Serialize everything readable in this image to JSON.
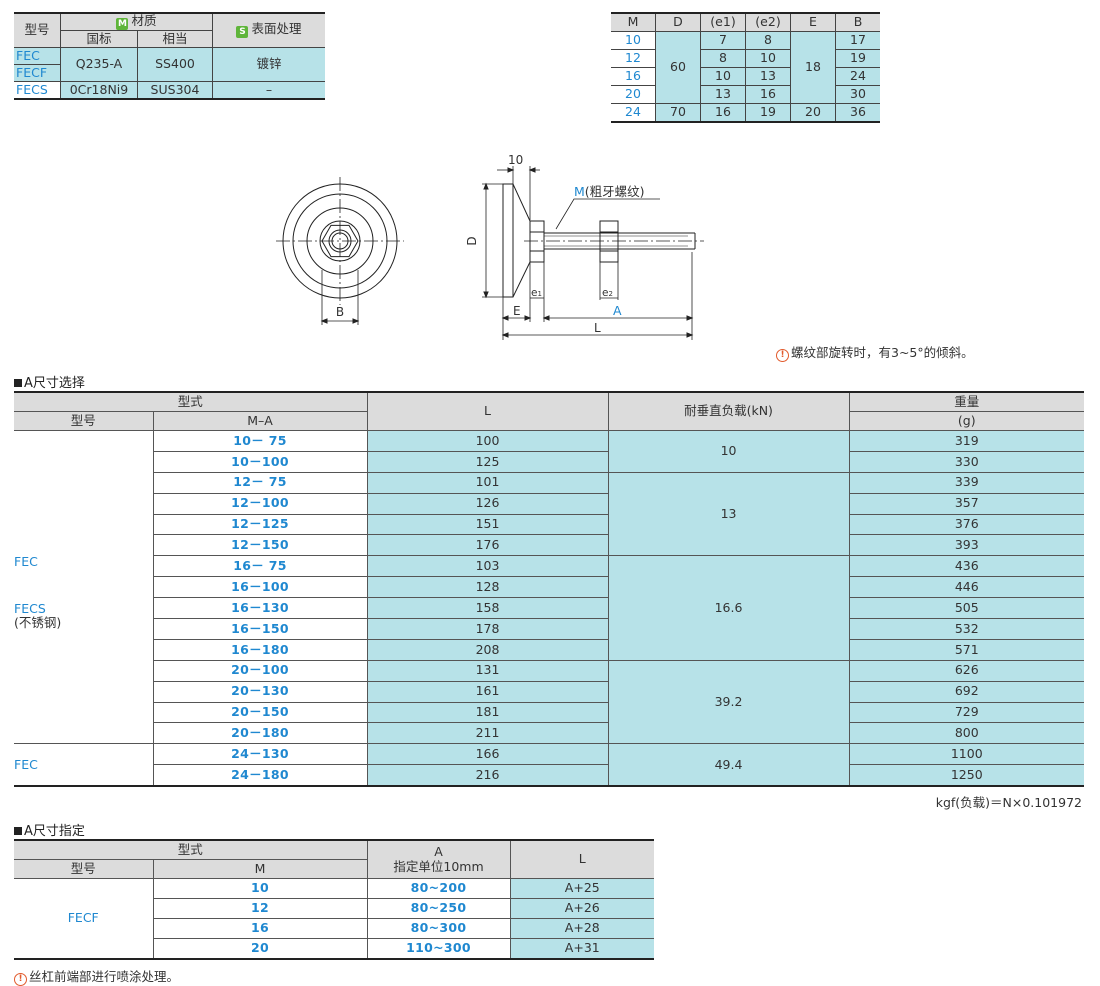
{
  "t1": {
    "h_model": "型号",
    "h_material": "材质",
    "h_material_badge": "M",
    "h_surface": "表面处理",
    "h_surface_badge": "S",
    "h_gb": "国标",
    "h_equiv": "相当",
    "r1_m1": "FEC",
    "r1_m2": "FECF",
    "r1_gb": "Q235-A",
    "r1_eq": "SS400",
    "r1_sf": "镀锌",
    "r2_m": "FECS",
    "r2_gb": "0Cr18Ni9",
    "r2_eq": "SUS304",
    "r2_sf": "–"
  },
  "t2": {
    "h": [
      "M",
      "D",
      "e1",
      "e2",
      "E",
      "B"
    ],
    "M": [
      "10",
      "12",
      "16",
      "20",
      "24"
    ],
    "D_group": "60",
    "D_24": "70",
    "e1": [
      "7",
      "8",
      "10",
      "13",
      "16"
    ],
    "e2": [
      "8",
      "10",
      "13",
      "16",
      "19"
    ],
    "E_group": "18",
    "E_24": "20",
    "B": [
      "17",
      "19",
      "24",
      "30",
      "36"
    ]
  },
  "drawing": {
    "dim_10": "10",
    "thread_m": "M",
    "thread_label": "(粗牙螺纹)",
    "dim_D": "D",
    "dim_e1": "e",
    "dim_e1_sub": "1",
    "dim_e2": "e",
    "dim_e2_sub": "2",
    "dim_E": "E",
    "dim_A": "A",
    "dim_L": "L",
    "dim_B": "B",
    "tilt_note": "螺纹部旋转时，有3~5°的倾斜。"
  },
  "sec1": "A尺寸选择",
  "t3": {
    "h_type": "型式",
    "h_model": "型号",
    "h_ma": "M–A",
    "h_L": "L",
    "h_load": "耐垂直负载(kN)",
    "h_weight": "重量",
    "h_weight_unit": "(g)",
    "model_fec": "FEC",
    "model_fecs": "FECS",
    "model_fecs_note": "(不锈钢)",
    "model_fec24": "FEC",
    "rows": [
      {
        "ma": "10－  75",
        "L": "100",
        "w": "319"
      },
      {
        "ma": "10－100",
        "L": "125",
        "w": "330"
      },
      {
        "ma": "12－  75",
        "L": "101",
        "w": "339"
      },
      {
        "ma": "12－100",
        "L": "126",
        "w": "357"
      },
      {
        "ma": "12－125",
        "L": "151",
        "w": "376"
      },
      {
        "ma": "12－150",
        "L": "176",
        "w": "393"
      },
      {
        "ma": "16－  75",
        "L": "103",
        "w": "436"
      },
      {
        "ma": "16－100",
        "L": "128",
        "w": "446"
      },
      {
        "ma": "16－130",
        "L": "158",
        "w": "505"
      },
      {
        "ma": "16－150",
        "L": "178",
        "w": "532"
      },
      {
        "ma": "16－180",
        "L": "208",
        "w": "571"
      },
      {
        "ma": "20－100",
        "L": "131",
        "w": "626"
      },
      {
        "ma": "20－130",
        "L": "161",
        "w": "692"
      },
      {
        "ma": "20－150",
        "L": "181",
        "w": "729"
      },
      {
        "ma": "20－180",
        "L": "211",
        "w": "800"
      },
      {
        "ma": "24－130",
        "L": "166",
        "w": "1100"
      },
      {
        "ma": "24－180",
        "L": "216",
        "w": "1250"
      }
    ],
    "loads": [
      "10",
      "13",
      "16.6",
      "39.2",
      "49.4"
    ]
  },
  "kgf_note": "kgf(负载)＝N×0.101972",
  "sec2": "A尺寸指定",
  "t4": {
    "h_type": "型式",
    "h_model": "型号",
    "h_M": "M",
    "h_A": "A",
    "h_A_sub": "指定单位10mm",
    "h_L": "L",
    "model": "FECF",
    "rows": [
      {
        "m": "10",
        "a": "80~200",
        "l": "A+25"
      },
      {
        "m": "12",
        "a": "80~250",
        "l": "A+26"
      },
      {
        "m": "16",
        "a": "80~300",
        "l": "A+28"
      },
      {
        "m": "20",
        "a": "110~300",
        "l": "A+31"
      }
    ]
  },
  "bottom_note": "丝杠前端部进行喷涂处理。",
  "warn_glyph": "!"
}
